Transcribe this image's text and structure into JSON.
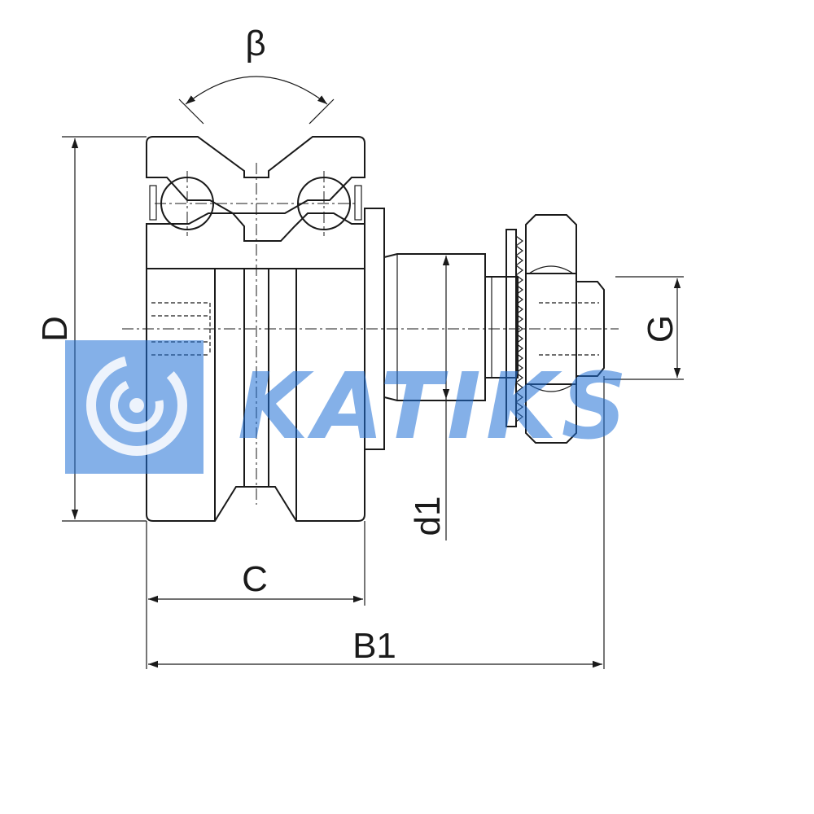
{
  "labels": {
    "beta": "β",
    "D": "D",
    "C": "C",
    "B1": "B1",
    "d1": "d1",
    "G": "G"
  },
  "watermark": {
    "text": "KATIKS",
    "color": "#1f6fd6"
  },
  "colors": {
    "line": "#1a1a1a",
    "hatch_fill": "#b5b5b5"
  }
}
